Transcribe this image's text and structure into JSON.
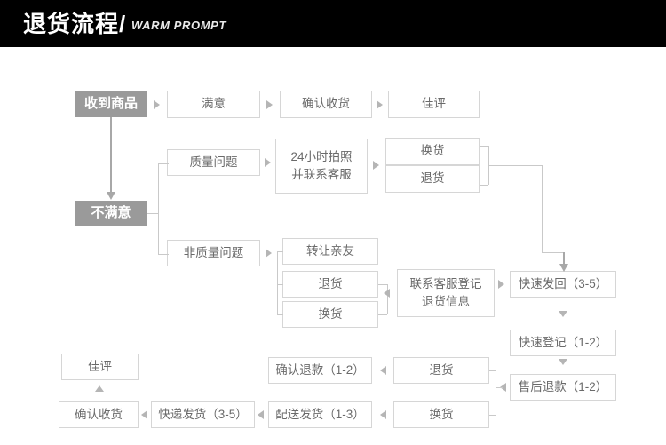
{
  "header": {
    "title": "退货流程/",
    "subtitle": "WARM PROMPT"
  },
  "colors": {
    "header_bg": "#000000",
    "header_text": "#ffffff",
    "node_border": "#d6d6d6",
    "node_text": "#6a6a6a",
    "gray_node_bg": "#9a9a9a",
    "connector": "#c9c9c9",
    "arrow": "#b5b5b5"
  },
  "flowchart": {
    "nodes": {
      "received": "收到商品",
      "unsatisfied": "不满意",
      "satisfied": "满意",
      "confirm_receipt_top": "确认收货",
      "good_review_top": "佳评",
      "quality_issue": "质量问题",
      "photo_contact": "24小时拍照\n并联系客服",
      "exchange_top": "换货",
      "return_top": "退货",
      "non_quality_issue": "非质量问题",
      "transfer_friend": "转让亲友",
      "return_mid": "退货",
      "exchange_mid": "换货",
      "contact_register": "联系客服登记\n退货信息",
      "fast_send_back": "快速发回（3-5）",
      "fast_register": "快速登记（1-2）",
      "after_sale_refund": "售后退款（1-2）",
      "return_bottom": "退货",
      "exchange_bottom": "换货",
      "confirm_refund": "确认退款（1-2）",
      "delivery_ship": "配送发货（1-3）",
      "express_ship": "快递发货（3-5）",
      "confirm_receipt_bottom": "确认收货",
      "good_review_bottom": "佳评"
    }
  }
}
